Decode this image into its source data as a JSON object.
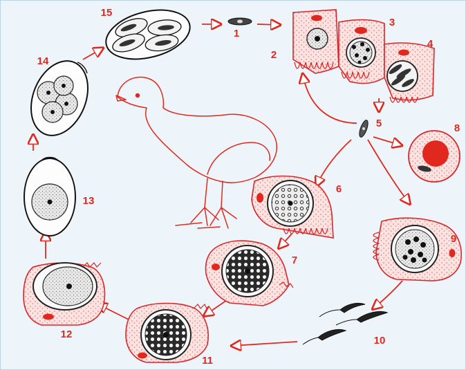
{
  "labels": {
    "stage_1": "1",
    "stage_2": "2",
    "stage_3": "3",
    "stage_4": "4",
    "stage_5": "5",
    "stage_6": "6",
    "stage_7": "7",
    "stage_8": "8",
    "stage_9": "9",
    "stage_10": "10",
    "stage_11": "11",
    "stage_12": "12",
    "stage_13": "13",
    "stage_14": "14",
    "stage_15": "15"
  },
  "colors": {
    "label": "#e0281e",
    "cell_outline": "#d8262a",
    "cell_fill": "#fbe3e1",
    "stipple": "#e06a66",
    "ink": "#1a1a1a",
    "host_outline": "#e0281e",
    "background": "#eef5fa"
  },
  "host": {
    "icon": "chicken-outline"
  }
}
